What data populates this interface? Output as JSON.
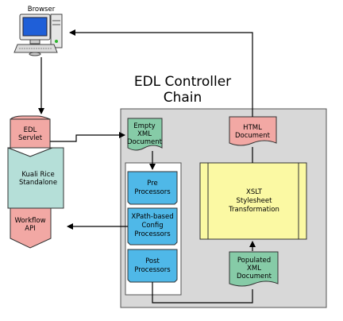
{
  "colors": {
    "red": "#f2a8a4",
    "teal": "#b5dfd8",
    "green": "#86cba7",
    "blue": "#4fb8e8",
    "yellow": "#fbf9a3",
    "gray": "#d8d8d8"
  },
  "browser": {
    "label": "Browser",
    "icon": "desktop-computer-icon"
  },
  "chain_title": {
    "line1": "EDL Controller",
    "line2": "Chain"
  },
  "edl_servlet": {
    "line1": "EDL",
    "line2": "Servlet"
  },
  "kuali": {
    "line1": "Kuali Rice",
    "line2": "Standalone"
  },
  "workflow_api": {
    "line1": "Workflow",
    "line2": "API"
  },
  "empty_xml": {
    "line1": "Empty",
    "line2": "XML",
    "line3": "Document"
  },
  "pre_processors": {
    "line1": "Pre",
    "line2": "Processors"
  },
  "xpath_config": {
    "line1": "XPath-based",
    "line2": "Config",
    "line3": "Processors"
  },
  "post_processors": {
    "line1": "Post",
    "line2": "Processors"
  },
  "html_doc": {
    "line1": "HTML",
    "line2": "Document"
  },
  "xslt": {
    "line1": "XSLT",
    "line2": "Stylesheet",
    "line3": "Transformation"
  },
  "populated_xml": {
    "line1": "Populated",
    "line2": "XML",
    "line3": "Document"
  }
}
